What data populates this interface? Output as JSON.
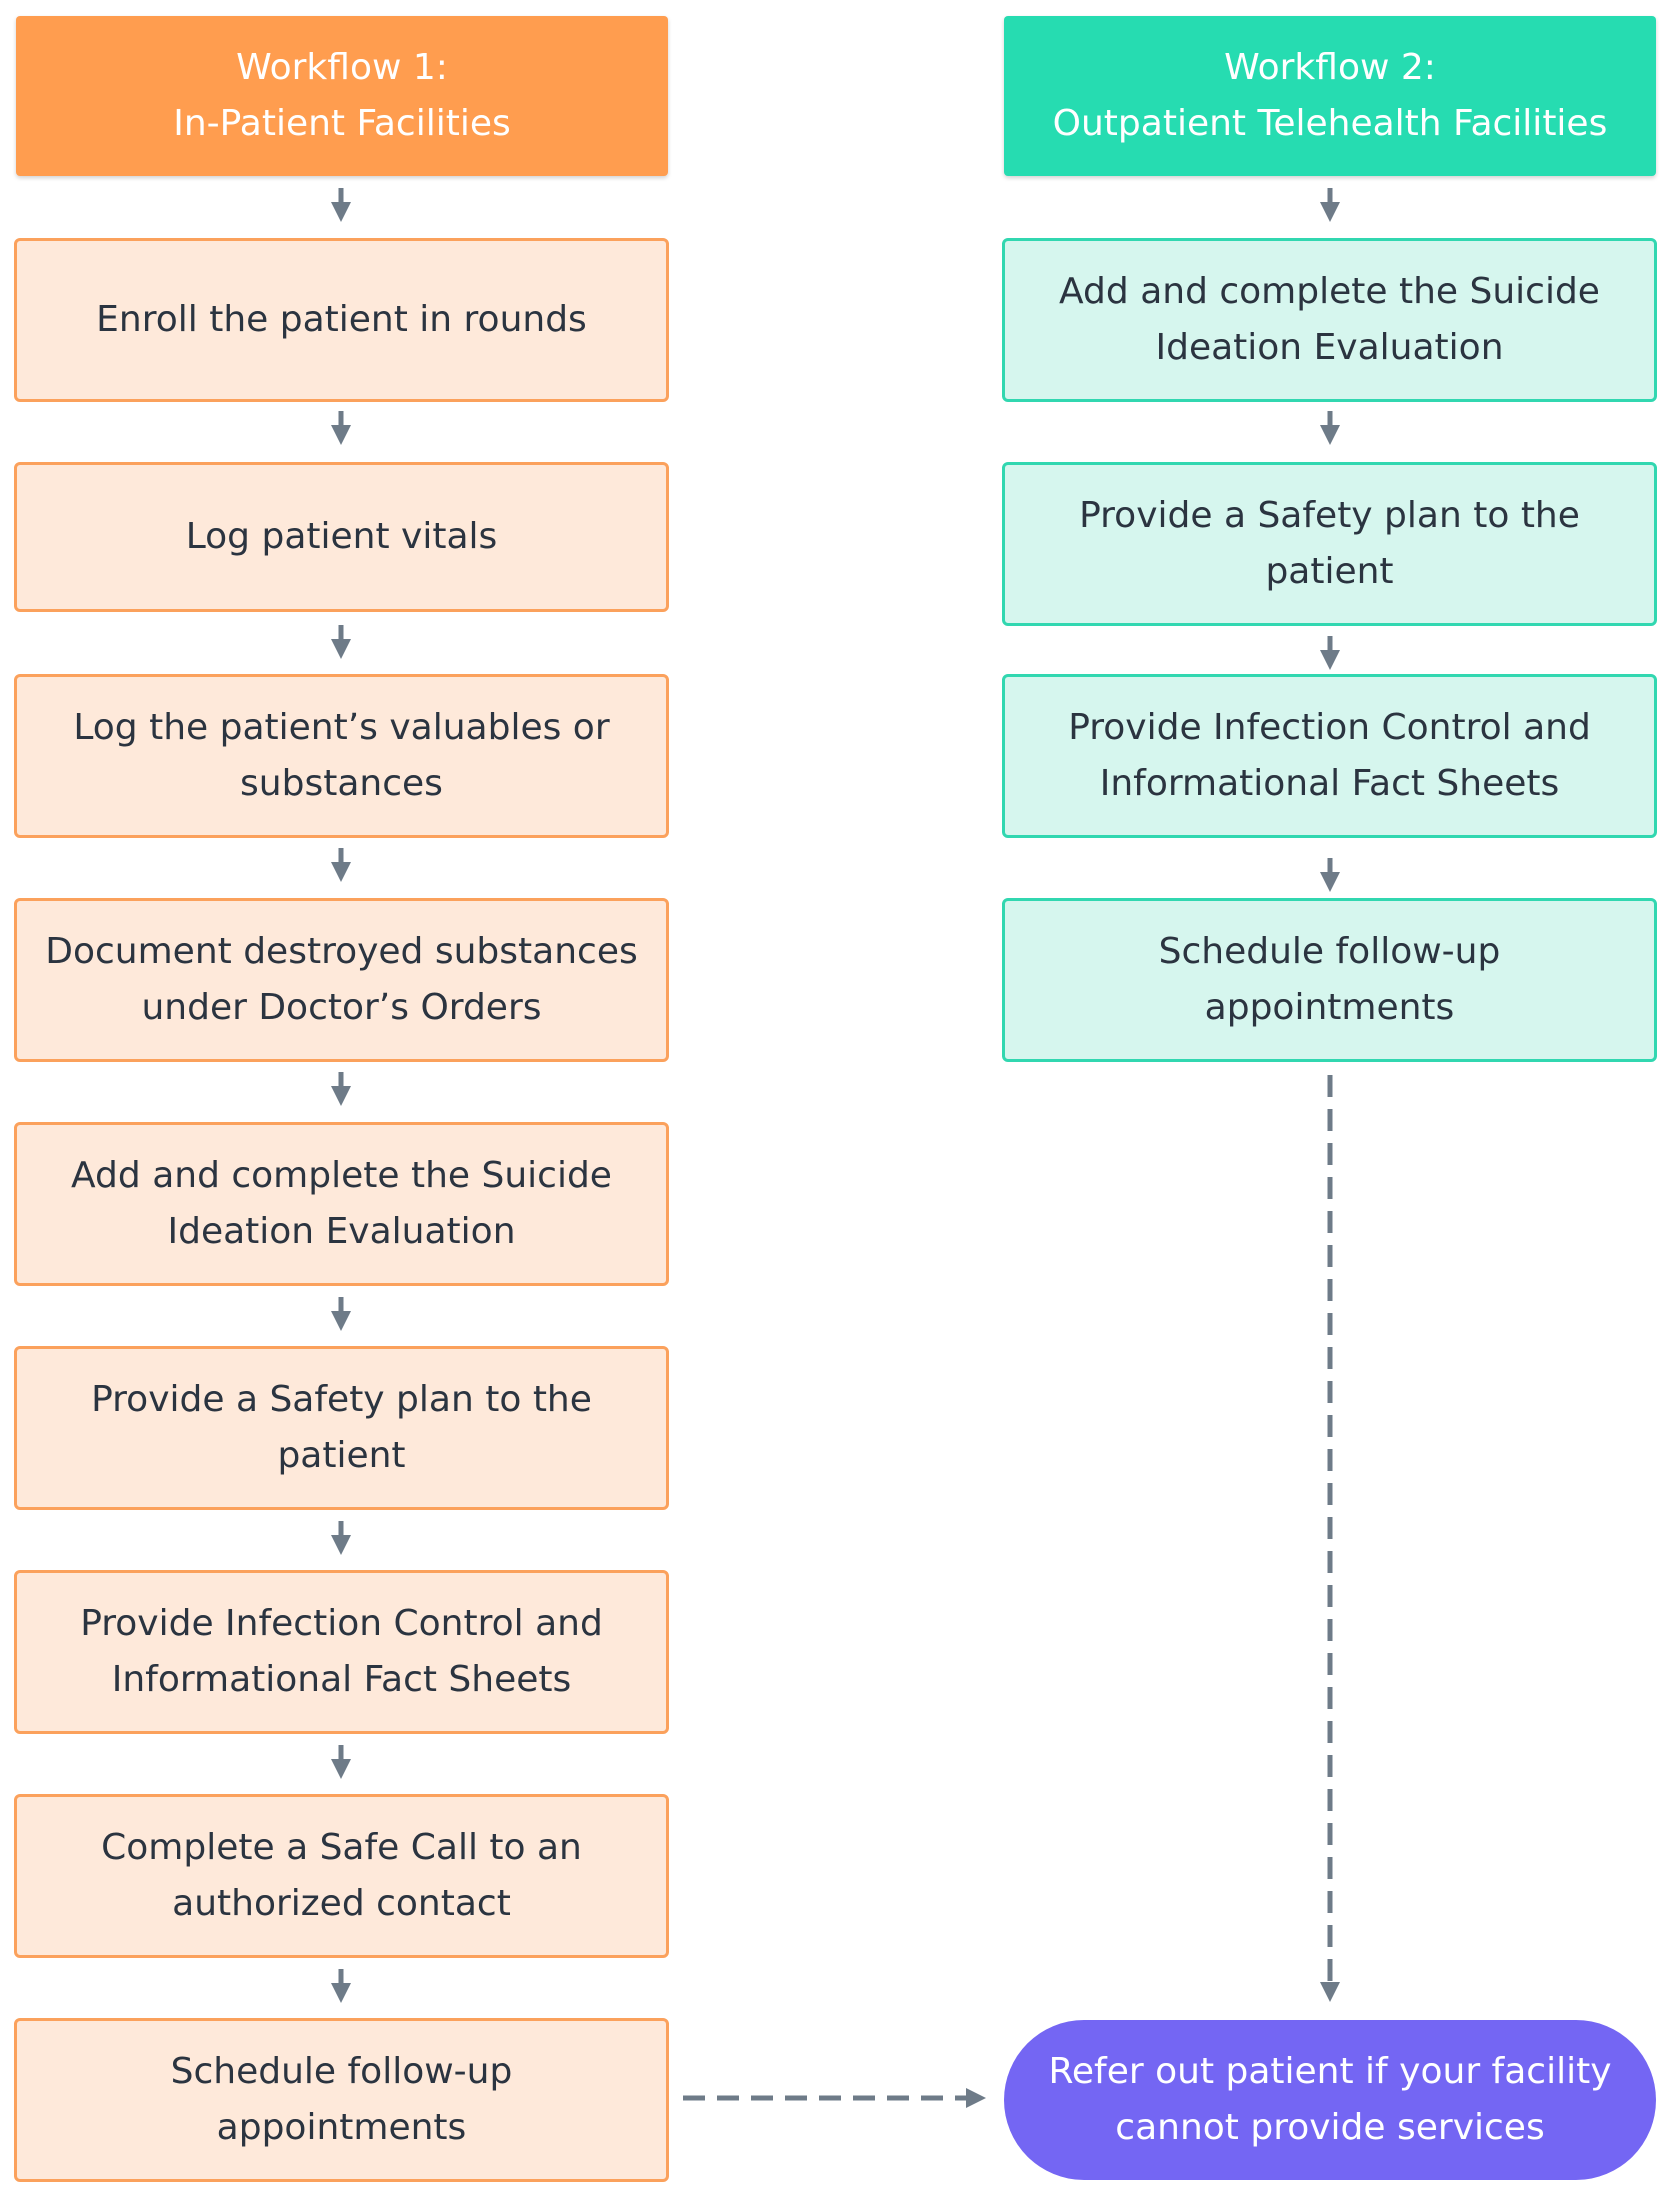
{
  "workflow1": {
    "header": "Workflow 1:\nIn-Patient Facilities",
    "steps": [
      "Enroll the patient in rounds",
      "Log patient vitals",
      "Log the patient’s valuables or\nsubstances",
      "Document destroyed substances\nunder Doctor’s Orders",
      "Add and complete the Suicide\nIdeation Evaluation",
      "Provide a Safety plan to the\npatient",
      "Provide Infection Control and\nInformational Fact Sheets",
      "Complete a Safe Call to an\nauthorized contact",
      "Schedule follow-up\nappointments"
    ]
  },
  "workflow2": {
    "header": "Workflow 2:\nOutpatient Telehealth Facilities",
    "steps": [
      "Add and complete the Suicide\nIdeation Evaluation",
      "Provide a Safety plan to the\npatient",
      "Provide Infection Control and\nInformational Fact Sheets",
      "Schedule follow-up\nappointments"
    ]
  },
  "terminal": {
    "label": "Refer out patient if your facility\ncannot provide services"
  },
  "colors": {
    "workflow1_header": "#ff9d4f",
    "workflow1_step_fill": "#fee9da",
    "workflow1_step_border": "#fba15c",
    "workflow2_header": "#26dcb1",
    "workflow2_step_fill": "#d6f6ee",
    "workflow2_step_border": "#31d7b0",
    "terminal": "#7466f3",
    "arrow": "#6e7b88"
  }
}
